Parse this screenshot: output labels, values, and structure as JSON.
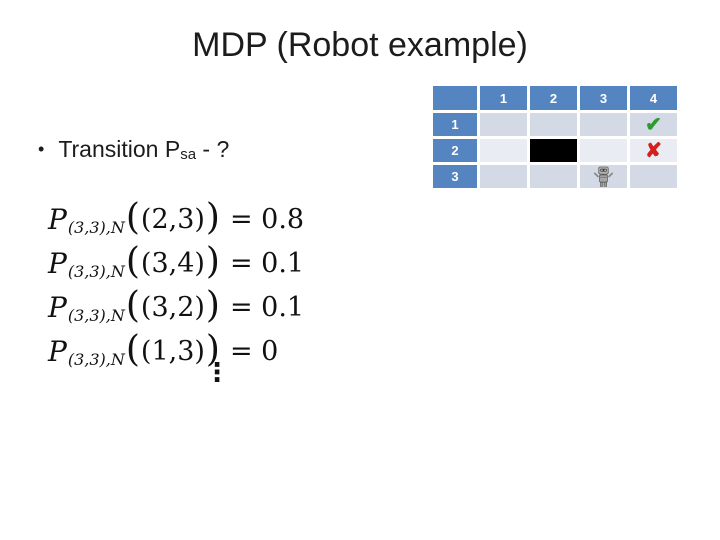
{
  "slide": {
    "title": "MDP (Robot example)"
  },
  "bullet": {
    "marker": "•",
    "text": "Transition P",
    "subscript": "sa",
    "tail": " - ?"
  },
  "grid": {
    "corner": "",
    "col_headers": [
      "1",
      "2",
      "3",
      "4"
    ],
    "row_headers": [
      "1",
      "2",
      "3"
    ],
    "check_symbol": "✔",
    "cross_symbol": "✘",
    "markers": {
      "check_cell": "row 1, col 4",
      "wall_cell": "row 2, col 2",
      "cross_cell": "row 2, col 4",
      "robot_cell": "row 3, col 3"
    },
    "colors": {
      "header_blue": "#5585c1",
      "band_dark": "#d3d9e5",
      "band_light": "#e9ecf2",
      "wall": "#000000",
      "check_green": "#2e9b2e",
      "cross_red": "#d51f1f"
    }
  },
  "formulas": [
    {
      "p": "P",
      "sub": "(3,3),N",
      "inner": "(2,3)",
      "eq": "= 0.8"
    },
    {
      "p": "P",
      "sub": "(3,3),N",
      "inner": "(3,4)",
      "eq": "= 0.1"
    },
    {
      "p": "P",
      "sub": "(3,3),N",
      "inner": "(3,2)",
      "eq": "= 0.1"
    },
    {
      "p": "P",
      "sub": "(3,3),N",
      "inner": "(1,3)",
      "eq": "= 0"
    }
  ],
  "misc": {
    "lparen": "(",
    "rparen": ")",
    "ellipsis": "⋮"
  }
}
